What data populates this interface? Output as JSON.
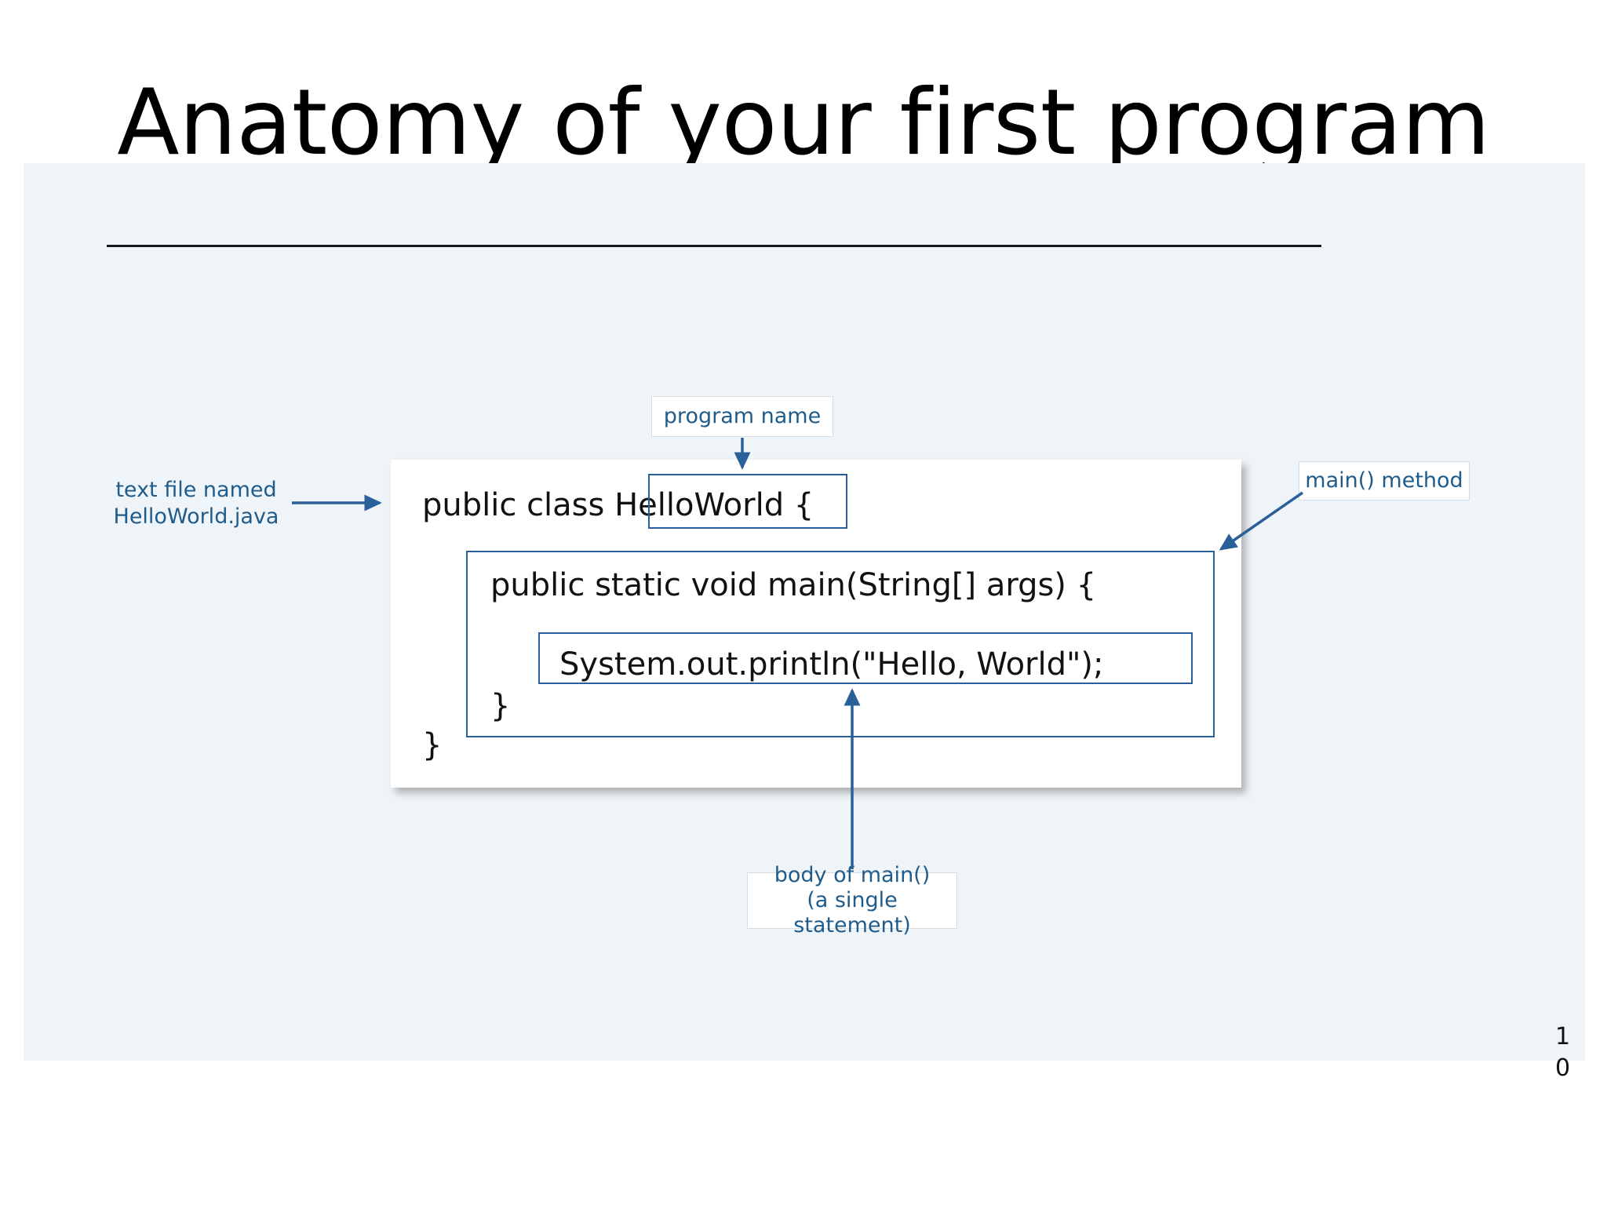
{
  "slide": {
    "title": "Anatomy of your first program",
    "page_number": "10",
    "panel_color": "#eff4f8",
    "accent_color": "#2a6099",
    "label_color": "#1f5c8b",
    "code_color": "#111111"
  },
  "code": {
    "lines": [
      "public class HelloWorld {",
      "public static void main(String[] args) {",
      "System.out.println(\"Hello, World\");",
      "}",
      "}"
    ],
    "line_class": "public class HelloWorld {",
    "line_main": "public static void main(String[] args) {",
    "line_println": "System.out.println(\"Hello, World\");",
    "line_close_main": "}",
    "line_close_class": "}"
  },
  "callouts": {
    "program_name": "program name",
    "main_method": "main()  method",
    "body_main_line1": "body of main()",
    "body_main_line2": "(a single statement)",
    "text_file_line1": "text file named",
    "text_file_line2": "HelloWorld.java"
  },
  "icons": {
    "arrow_down": "arrow-down-icon",
    "arrow_right": "arrow-right-icon",
    "arrow_up": "arrow-up-icon",
    "arrow_diagonal": "arrow-diagonal-icon"
  }
}
